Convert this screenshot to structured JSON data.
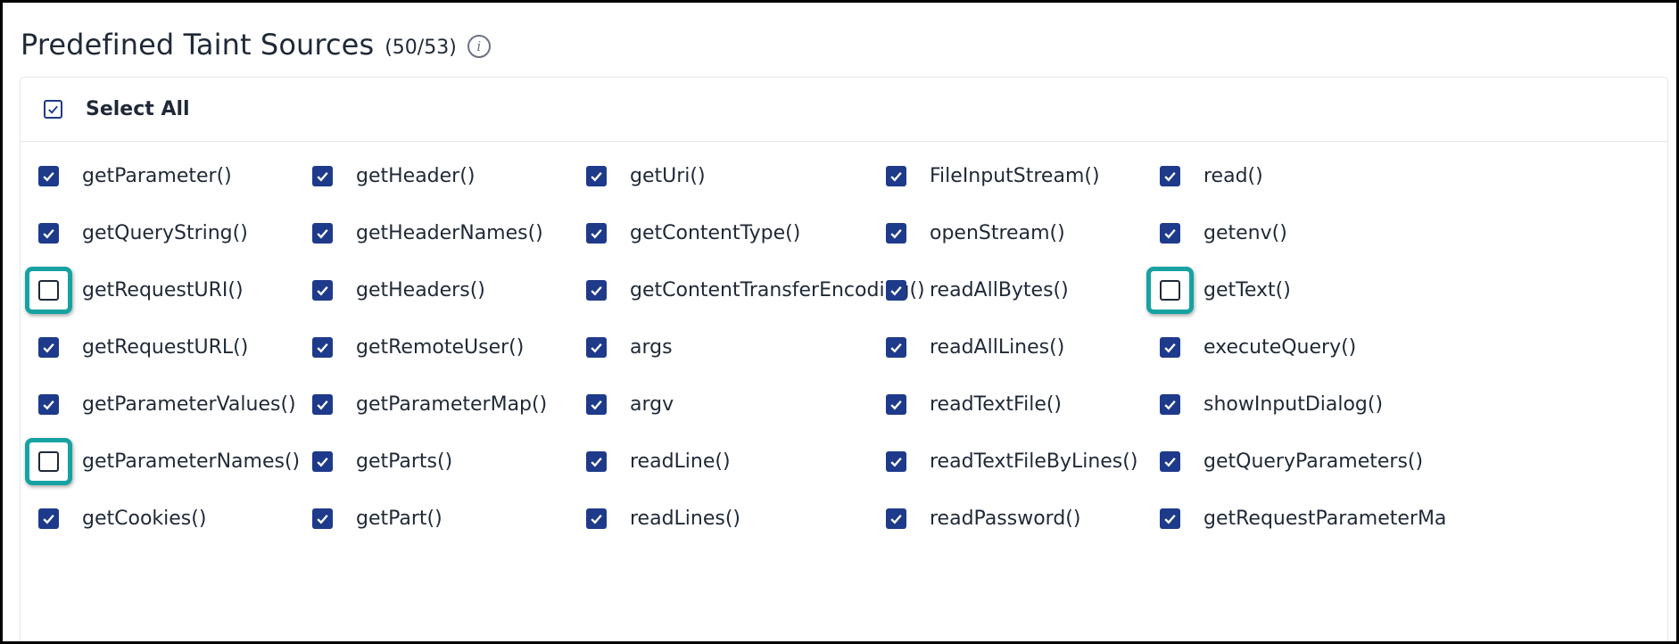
{
  "header": {
    "title": "Predefined Taint Sources",
    "count": "(50/53)",
    "info_icon": "info-icon"
  },
  "select_all": {
    "label": "Select All",
    "checked": true
  },
  "columns": [
    {
      "items": [
        {
          "label": "getParameter()",
          "checked": true
        },
        {
          "label": "getQueryString()",
          "checked": true
        },
        {
          "label": "getRequestURI()",
          "checked": false,
          "highlighted": true
        },
        {
          "label": "getRequestURL()",
          "checked": true
        },
        {
          "label": "getParameterValues()",
          "checked": true
        },
        {
          "label": "getParameterNames()",
          "checked": false,
          "highlighted": true
        },
        {
          "label": "getCookies()",
          "checked": true
        }
      ]
    },
    {
      "items": [
        {
          "label": "getHeader()",
          "checked": true
        },
        {
          "label": "getHeaderNames()",
          "checked": true
        },
        {
          "label": "getHeaders()",
          "checked": true
        },
        {
          "label": "getRemoteUser()",
          "checked": true
        },
        {
          "label": "getParameterMap()",
          "checked": true
        },
        {
          "label": "getParts()",
          "checked": true
        },
        {
          "label": "getPart()",
          "checked": true
        }
      ]
    },
    {
      "items": [
        {
          "label": "getUri()",
          "checked": true
        },
        {
          "label": "getContentType()",
          "checked": true
        },
        {
          "label": "getContentTransferEncoding()",
          "checked": true
        },
        {
          "label": "args",
          "checked": true
        },
        {
          "label": "argv",
          "checked": true
        },
        {
          "label": "readLine()",
          "checked": true
        },
        {
          "label": "readLines()",
          "checked": true
        }
      ]
    },
    {
      "items": [
        {
          "label": "FileInputStream()",
          "checked": true
        },
        {
          "label": "openStream()",
          "checked": true
        },
        {
          "label": "readAllBytes()",
          "checked": true
        },
        {
          "label": "readAllLines()",
          "checked": true
        },
        {
          "label": "readTextFile()",
          "checked": true
        },
        {
          "label": "readTextFileByLines()",
          "checked": true
        },
        {
          "label": "readPassword()",
          "checked": true
        }
      ]
    },
    {
      "items": [
        {
          "label": "read()",
          "checked": true
        },
        {
          "label": "getenv()",
          "checked": true
        },
        {
          "label": "getText()",
          "checked": false,
          "highlighted": true
        },
        {
          "label": "executeQuery()",
          "checked": true
        },
        {
          "label": "showInputDialog()",
          "checked": true
        },
        {
          "label": "getQueryParameters()",
          "checked": true
        },
        {
          "label": "getRequestParameterMa",
          "checked": true
        }
      ]
    }
  ],
  "colors": {
    "checkbox_fill": "#1e3a8a",
    "highlight": "#17a2a2"
  }
}
